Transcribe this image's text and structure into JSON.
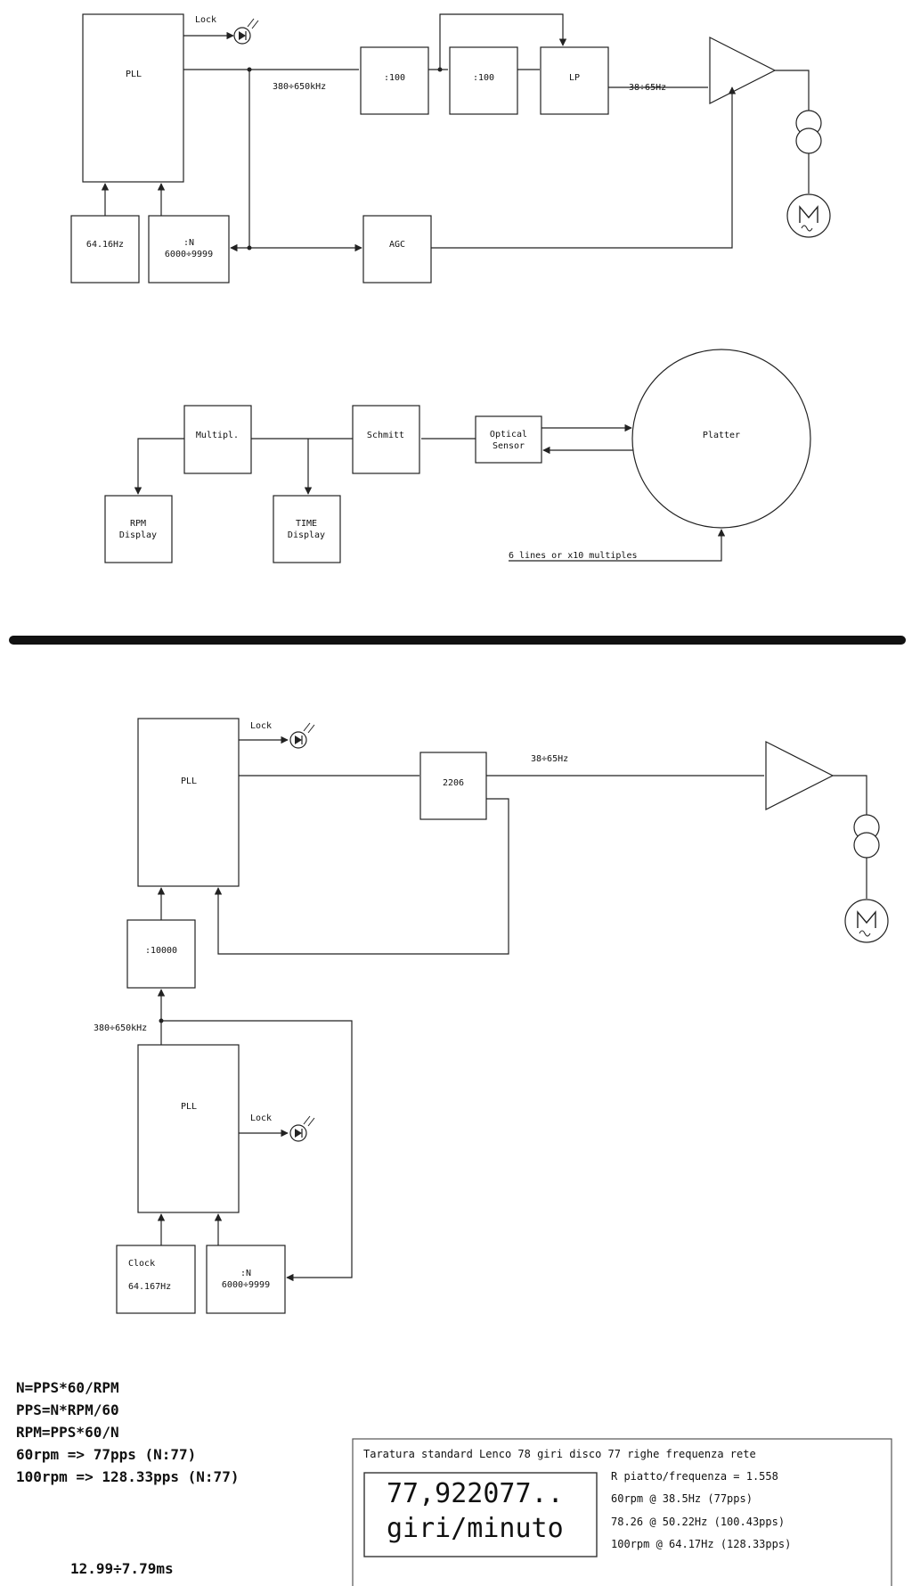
{
  "top": {
    "pll": "PLL",
    "lock": "Lock",
    "freq": "380÷650kHz",
    "div1": ":100",
    "div2": ":100",
    "lp": "LP",
    "out_freq": "38÷65Hz",
    "ref": "64.16Hz",
    "divn_a": ":N",
    "divn_b": "6000÷9999",
    "agc": "AGC"
  },
  "sensor": {
    "multipl": "Multipl.",
    "schmitt": "Schmitt",
    "optical_a": "Optical",
    "optical_b": "Sensor",
    "platter": "Platter",
    "rpm_a": "RPM",
    "rpm_b": "Display",
    "time_a": "TIME",
    "time_b": "Display",
    "lines": "6 lines or x10 multiples"
  },
  "bottom": {
    "pll_upper": "PLL",
    "lock_upper": "Lock",
    "chip": "2206",
    "out_freq": "38÷65Hz",
    "div10000": ":10000",
    "freq": "380÷650kHz",
    "pll_lower": "PLL",
    "lock_lower": "Lock",
    "clock_a": "Clock",
    "clock_b": "64.167Hz",
    "divn_a": ":N",
    "divn_b": "6000÷9999"
  },
  "formulas": {
    "f1": "N=PPS*60/RPM",
    "f2": "PPS=N*RPM/60",
    "f3": "RPM=PPS*60/N",
    "f4": "60rpm => 77pps (N:77)",
    "f5": "100rpm => 128.33pps (N:77)",
    "ms": "12.99÷7.79ms"
  },
  "calibration": {
    "title": "Taratura standard Lenco 78 giri disco 77 righe frequenza rete",
    "big1": "77,922077..",
    "big2": "giri/minuto",
    "l1": "R piatto/frequenza = 1.558",
    "l2": "60rpm @ 38.5Hz (77pps)",
    "l3": "78.26 @ 50.22Hz (100.43pps)",
    "l4": "100rpm @ 64.17Hz (128.33pps)"
  }
}
